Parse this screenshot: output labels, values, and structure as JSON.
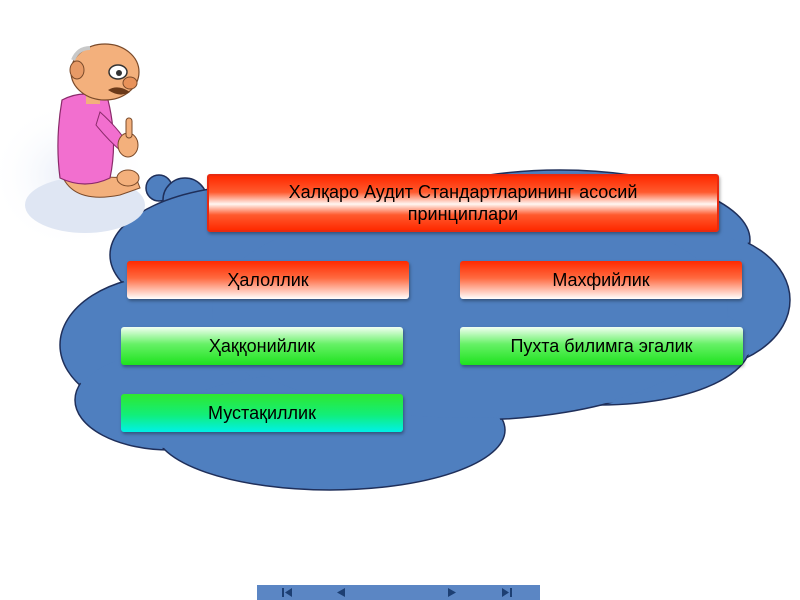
{
  "slide": {
    "title": "Халқаро Аудит Стандартларининг асосий принциплари",
    "principles": [
      "Ҳалоллик",
      "Махфийлик",
      "Ҳаққонийлик",
      "Пухта билимга эгалик",
      "Мустақиллик"
    ]
  },
  "colors": {
    "cloud": "#4f7fbf",
    "cloud_outline": "#1f2f5a",
    "shirt": "#f26fcf",
    "skin": "#f3b07c",
    "nav_bar": "#5b86c4"
  },
  "icons": {
    "nav": [
      "first-slide-icon",
      "prev-slide-icon",
      "next-slide-icon",
      "last-slide-icon"
    ]
  }
}
